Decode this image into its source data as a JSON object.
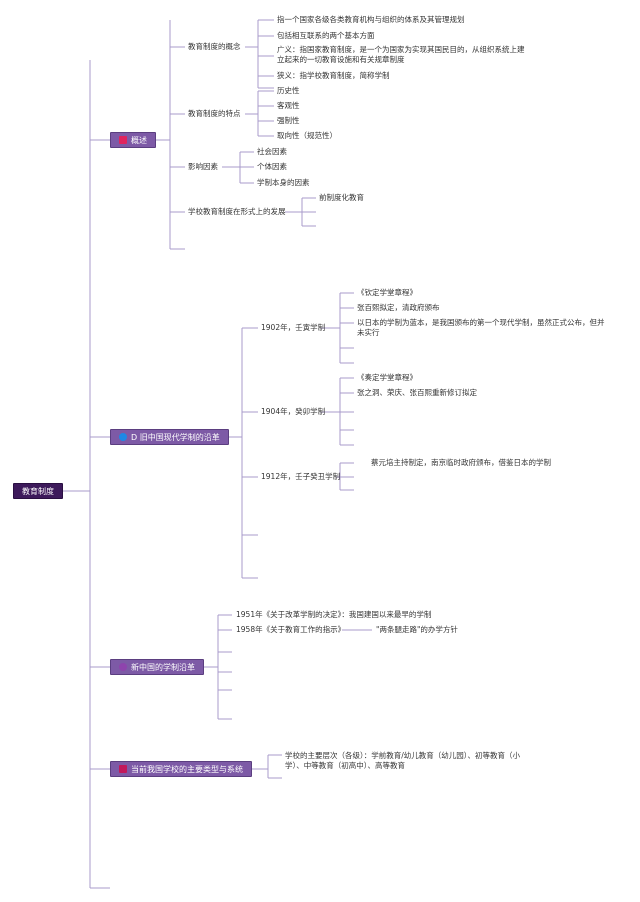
{
  "root": "教育制度",
  "branches": [
    {
      "title": "概述",
      "icon": "red-flag-icon",
      "children": [
        {
          "label": "教育制度的概念",
          "items": [
            "指一个国家各级各类教育机构与组织的体系及其管理规划",
            "包括相互联系的两个基本方面",
            "广义：指国家教育制度，是一个为国家为实现其国民目的，从组织系统上建立起来的一切教育设施和有关规章制度",
            "狭义：指学校教育制度，简称学制"
          ]
        },
        {
          "label": "教育制度的特点",
          "items": [
            "历史性",
            "客观性",
            "强制性",
            "取向性（规范性）"
          ]
        },
        {
          "label": "影响因素",
          "items": [
            "社会因素",
            "个体因素",
            "学制本身的因素"
          ]
        },
        {
          "label": "学校教育制度在形式上的发展",
          "items": [
            "前制度化教育"
          ]
        }
      ]
    },
    {
      "title": "D 旧中国现代学制的沿革",
      "icon": "blue-circle-icon",
      "children": [
        {
          "label": "1902年，壬寅学制",
          "items": [
            "《钦定学堂章程》",
            "张百熙拟定，清政府颁布",
            "以日本的学制为蓝本，是我国颁布的第一个现代学制，虽然正式公布，但并未实行"
          ]
        },
        {
          "label": "1904年，癸卯学制",
          "items": [
            "《奏定学堂章程》",
            "张之洞、荣庆、张百熙重新修订拟定"
          ]
        },
        {
          "label": "1912年，壬子癸丑学制",
          "items": [
            "蔡元培主持制定，南京临时政府颁布，借鉴日本的学制"
          ]
        }
      ]
    },
    {
      "title": "新中国的学制沿革",
      "icon": "purple-circle-icon",
      "children": [
        {
          "label": "1951年《关于改革学制的决定》：我国建国以来最早的学制",
          "items": []
        },
        {
          "label": "1958年《关于教育工作的指示》",
          "items": [
            "\"两条腿走路\"的办学方针"
          ]
        }
      ]
    },
    {
      "title": "当前我国学校的主要类型与系统",
      "icon": "cross-icon",
      "children": [
        {
          "label": "学校的主要层次（各级）：学前教育/幼儿教育（幼儿园）、初等教育（小学）、中等教育（初高中）、高等教育",
          "items": []
        }
      ]
    }
  ],
  "colors": {
    "line": "#a99bcb",
    "pill": "#7d5aa6",
    "root": "#3d1a5b",
    "icon_red": "#e0245e",
    "icon_blue": "#1e88e5",
    "icon_purple": "#8e44ad",
    "icon_cross": "#c2185b"
  }
}
